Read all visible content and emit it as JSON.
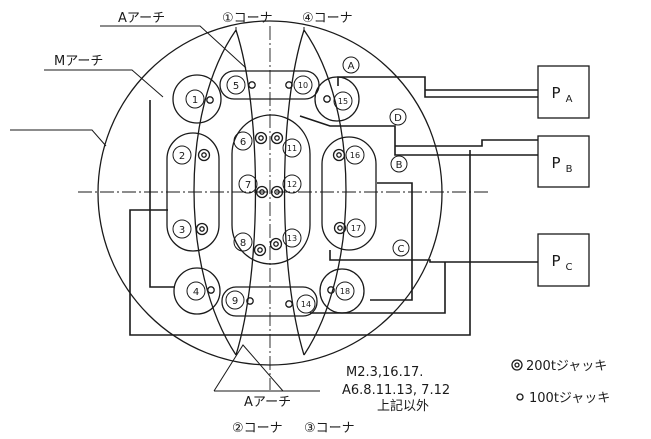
{
  "labels": {
    "a_arch_top": "Aアーチ",
    "corner1": "①コーナ",
    "corner4": "④コーナ",
    "m_arch": "Mアーチ",
    "a_arch_bottom": "Aアーチ",
    "corner2": "②コーナ",
    "corner3": "③コーナ"
  },
  "group_letters": {
    "A": "A",
    "B": "B",
    "C": "C",
    "D": "D"
  },
  "pumps": {
    "pa": {
      "main": "P",
      "sub": "A"
    },
    "pb": {
      "main": "P",
      "sub": "B"
    },
    "pc": {
      "main": "P",
      "sub": "C"
    }
  },
  "jacks": [
    "1",
    "2",
    "3",
    "4",
    "5",
    "6",
    "7",
    "8",
    "9",
    "10",
    "11",
    "12",
    "13",
    "14",
    "15",
    "16",
    "17",
    "18"
  ],
  "notes": {
    "line1": "M2.3,16.17.",
    "line2": "A6.8.11.13, 7.12",
    "line3": "上記以外"
  },
  "legend": {
    "double": "200tジャッキ",
    "single": "100tジャッキ"
  }
}
